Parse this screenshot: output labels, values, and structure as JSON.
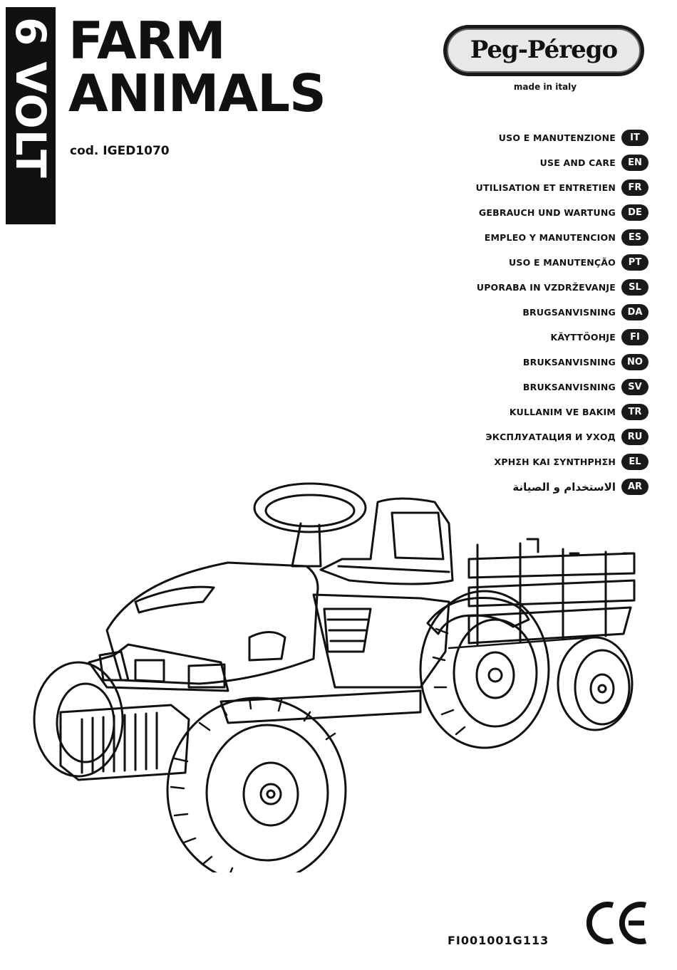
{
  "band": {
    "label": "6 VOLT"
  },
  "title": {
    "line1": "FARM",
    "line2": "ANIMALS"
  },
  "product_code": "cod. IGED1070",
  "brand": {
    "name": "Peg-Pérego",
    "tagline": "made in italy"
  },
  "languages": [
    {
      "label": "USO E MANUTENZIONE",
      "code": "IT"
    },
    {
      "label": "USE AND CARE",
      "code": "EN"
    },
    {
      "label": "UTILISATION ET ENTRETIEN",
      "code": "FR"
    },
    {
      "label": "GEBRAUCH UND WARTUNG",
      "code": "DE"
    },
    {
      "label": "EMPLEO Y MANUTENCION",
      "code": "ES"
    },
    {
      "label": "USO E MANUTENÇÃO",
      "code": "PT"
    },
    {
      "label": "UPORABA IN VZDRŽEVANJE",
      "code": "SL"
    },
    {
      "label": "BRUGSANVISNING",
      "code": "DA"
    },
    {
      "label": "KÄYTTÖOHJE",
      "code": "FI"
    },
    {
      "label": "BRUKSANVISNING",
      "code": "NO"
    },
    {
      "label": "BRUKSANVISNING",
      "code": "SV"
    },
    {
      "label": "KULLANIM VE BAKIM",
      "code": "TR"
    },
    {
      "label": "ЭКСПЛУАТАЦИЯ И УХОД",
      "code": "RU"
    },
    {
      "label": "ΧΡΗΣΗ ΚΑΙ ΣΥΝΤΗΡΗΣΗ",
      "code": "EL"
    },
    {
      "label": "الاستخدام و الصيانة",
      "code": "AR"
    }
  ],
  "document_code": "FI001001G113",
  "conformity_mark": "CE"
}
